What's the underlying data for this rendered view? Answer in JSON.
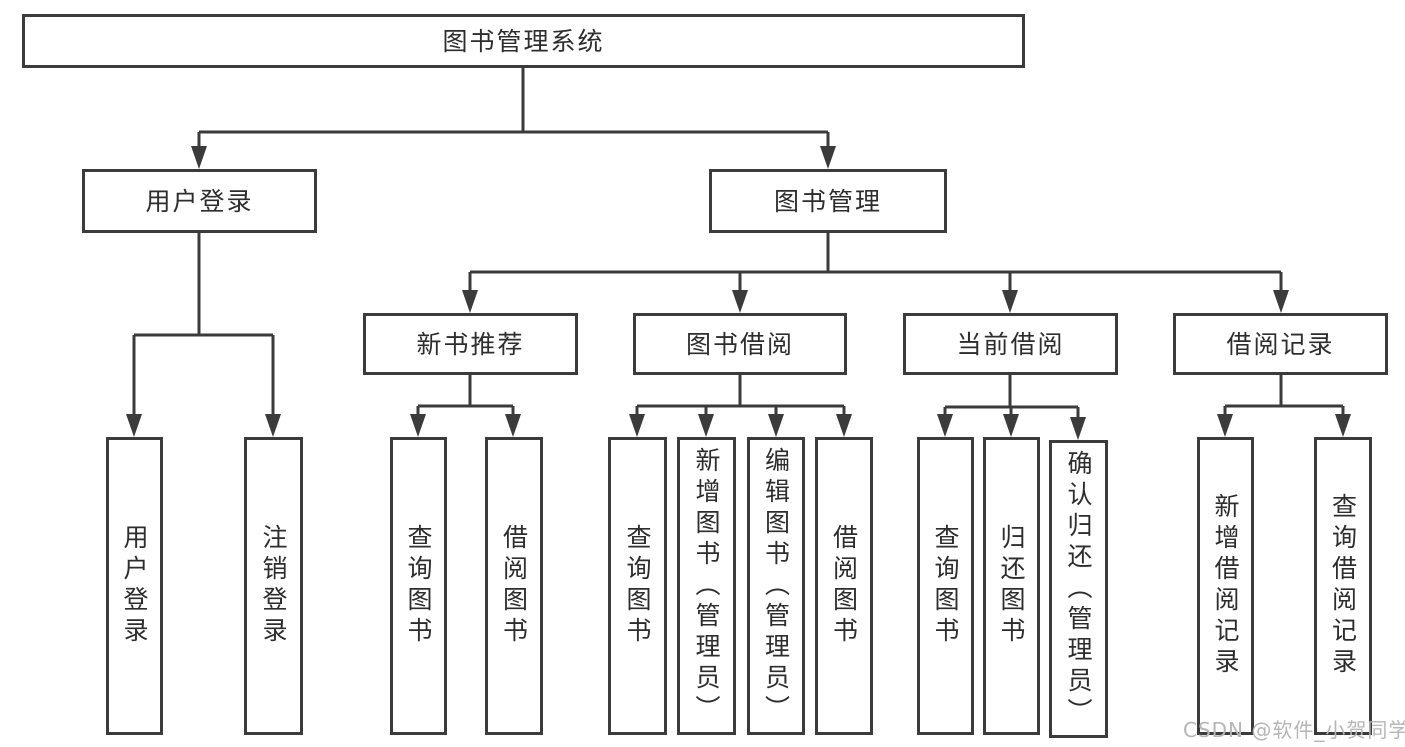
{
  "diagram": {
    "title": "图书管理系统",
    "tree": {
      "root": {
        "label": "图书管理系统",
        "children": [
          {
            "label": "用户登录",
            "children": [
              {
                "label": "用户登录"
              },
              {
                "label": "注销登录"
              }
            ]
          },
          {
            "label": "图书管理",
            "children": [
              {
                "label": "新书推荐",
                "children": [
                  {
                    "label": "查询图书"
                  },
                  {
                    "label": "借阅图书"
                  }
                ]
              },
              {
                "label": "图书借阅",
                "children": [
                  {
                    "label": "查询图书"
                  },
                  {
                    "label": "新增图书（管理员）"
                  },
                  {
                    "label": "编辑图书（管理员）"
                  },
                  {
                    "label": "借阅图书"
                  }
                ]
              },
              {
                "label": "当前借阅",
                "children": [
                  {
                    "label": "查询图书"
                  },
                  {
                    "label": "归还图书"
                  },
                  {
                    "label": "确认归还（管理员）"
                  }
                ]
              },
              {
                "label": "借阅记录",
                "children": [
                  {
                    "label": "新增借阅记录"
                  },
                  {
                    "label": "查询借阅记录"
                  }
                ]
              }
            ]
          }
        ]
      }
    }
  },
  "watermark": "CSDN @软件_小贺同学",
  "colors": {
    "line": "#3b3b3b",
    "text": "#2d2d2d",
    "watermark": "#b6b6b6",
    "background": "#ffffff"
  }
}
